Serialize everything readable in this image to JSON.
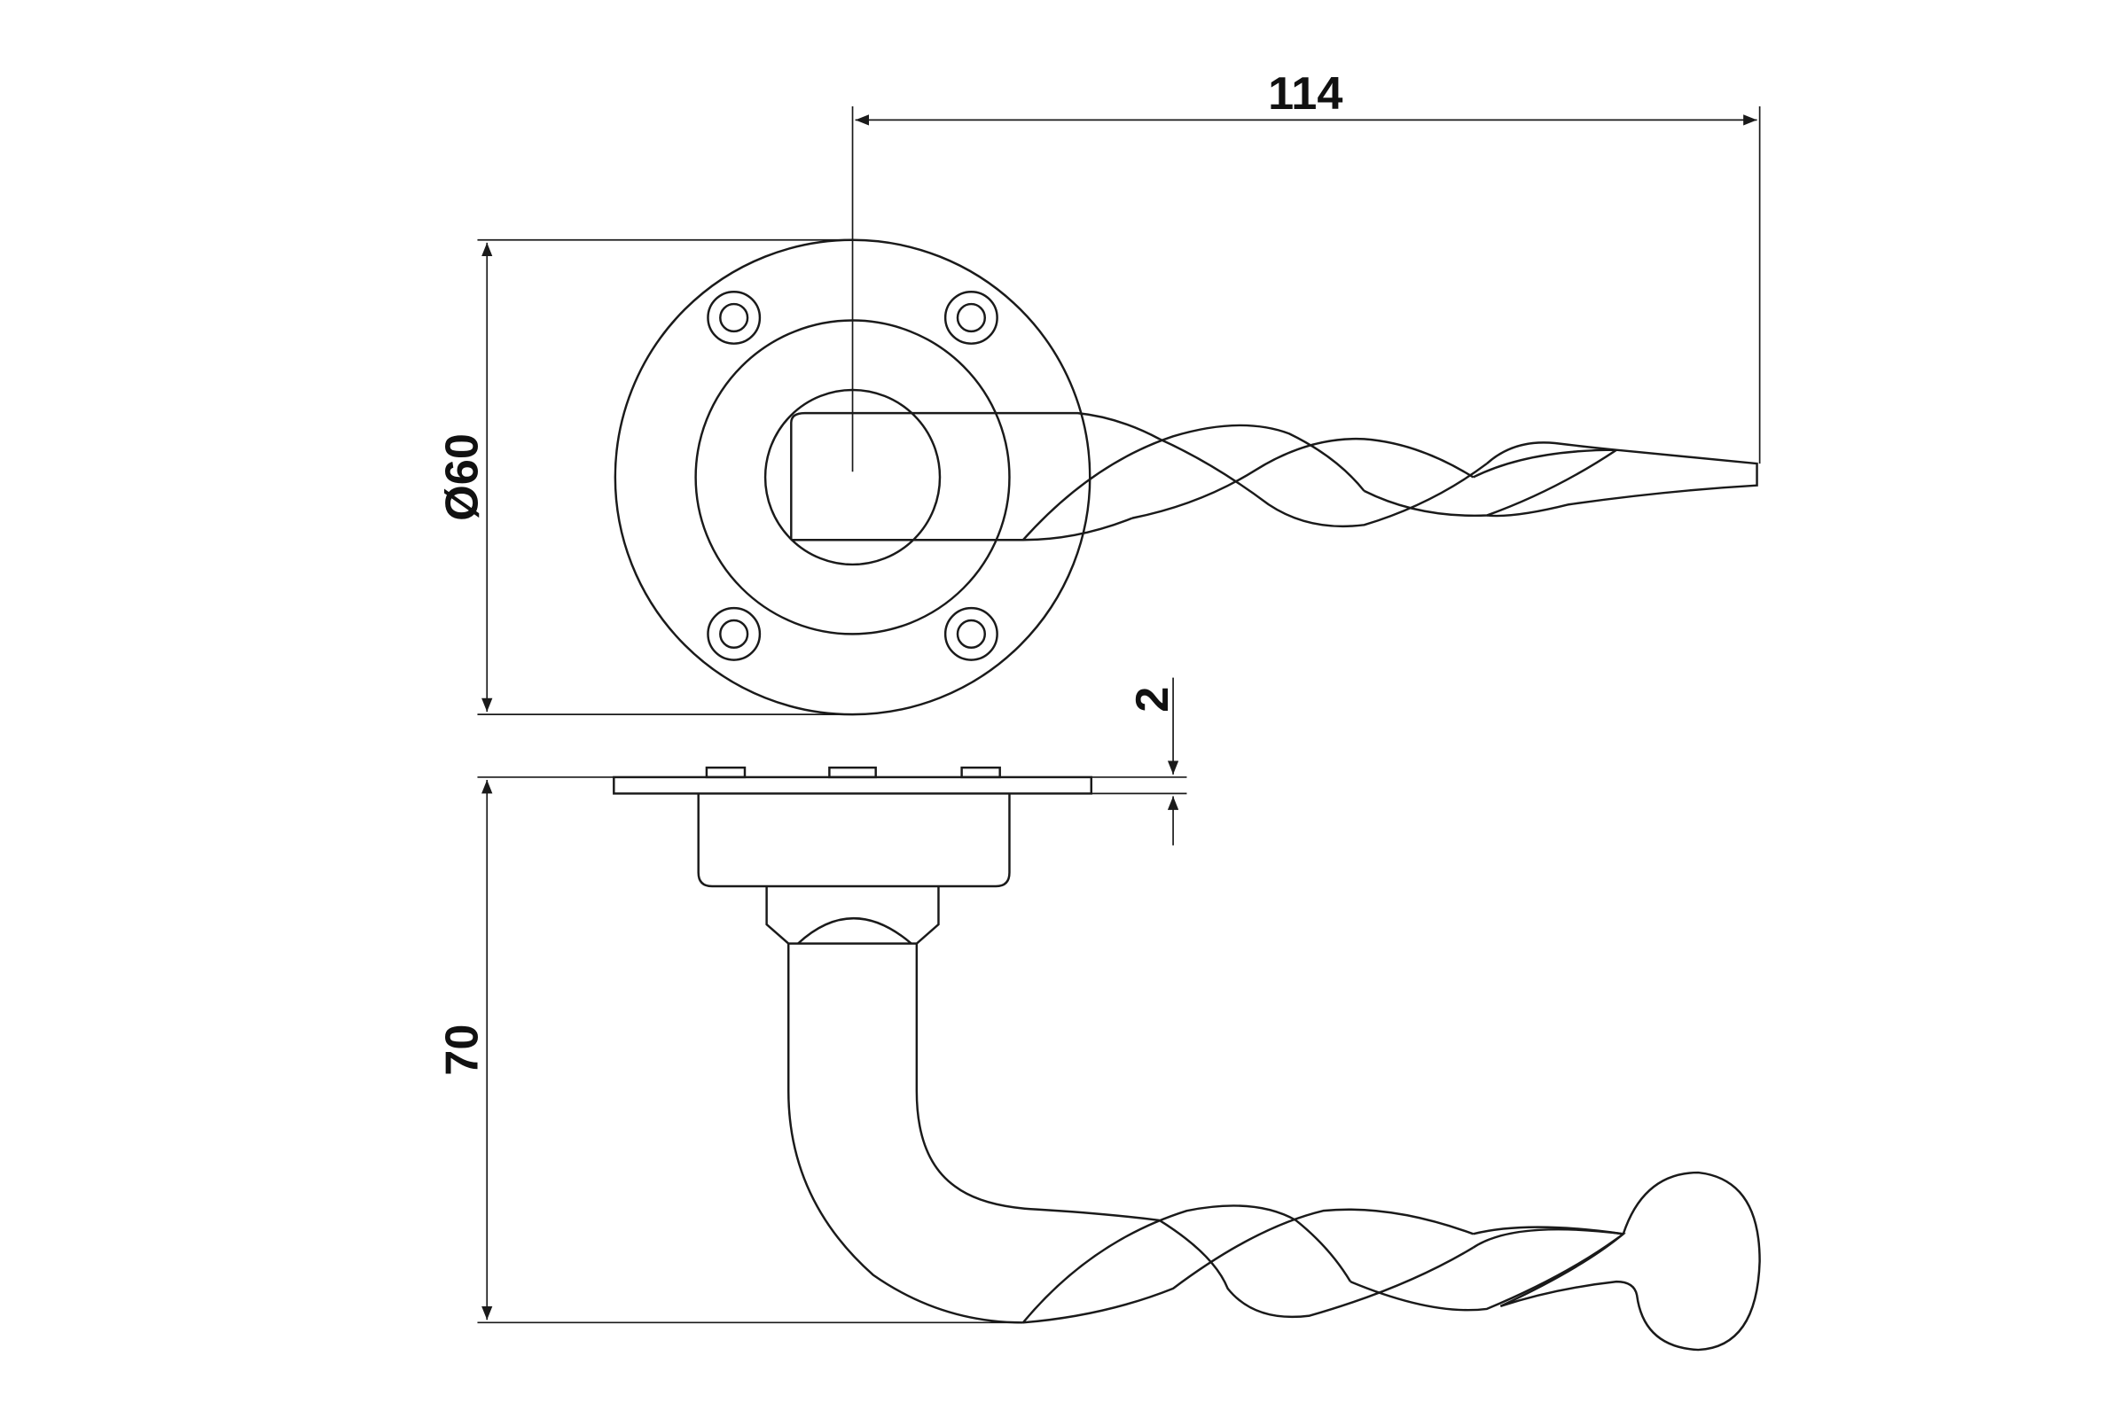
{
  "dimensions": {
    "length": "114",
    "rose_diameter": "Ø60",
    "projection": "70",
    "rose_thickness": "2"
  },
  "colors": {
    "line": "#1a1a1a",
    "background": "#ffffff"
  }
}
